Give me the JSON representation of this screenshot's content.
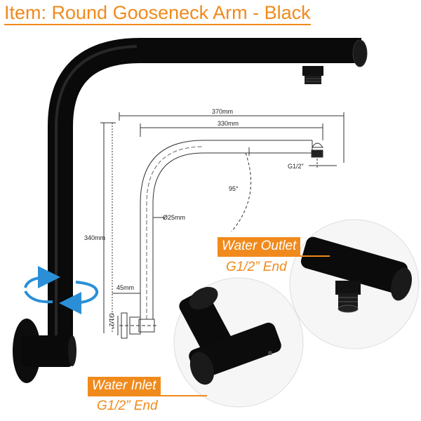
{
  "title": "Item: Round Gooseneck Arm - Black",
  "dimensions": {
    "total_width": "370mm",
    "inner_width": "330mm",
    "height": "340mm",
    "offset": "45mm",
    "diameter": "Ø25mm",
    "angle": "95°",
    "outlet_thread": "G1/2\"",
    "inlet_thread": "G1/2\""
  },
  "callouts": {
    "outlet": {
      "label": "Water Outlet",
      "sub": "G1/2” End"
    },
    "inlet": {
      "label": "Water Inlet",
      "sub": "G1/2” End"
    }
  },
  "colors": {
    "accent": "#f08a1c",
    "product": "#111111",
    "rotate_arrow": "#2a8fd6"
  }
}
